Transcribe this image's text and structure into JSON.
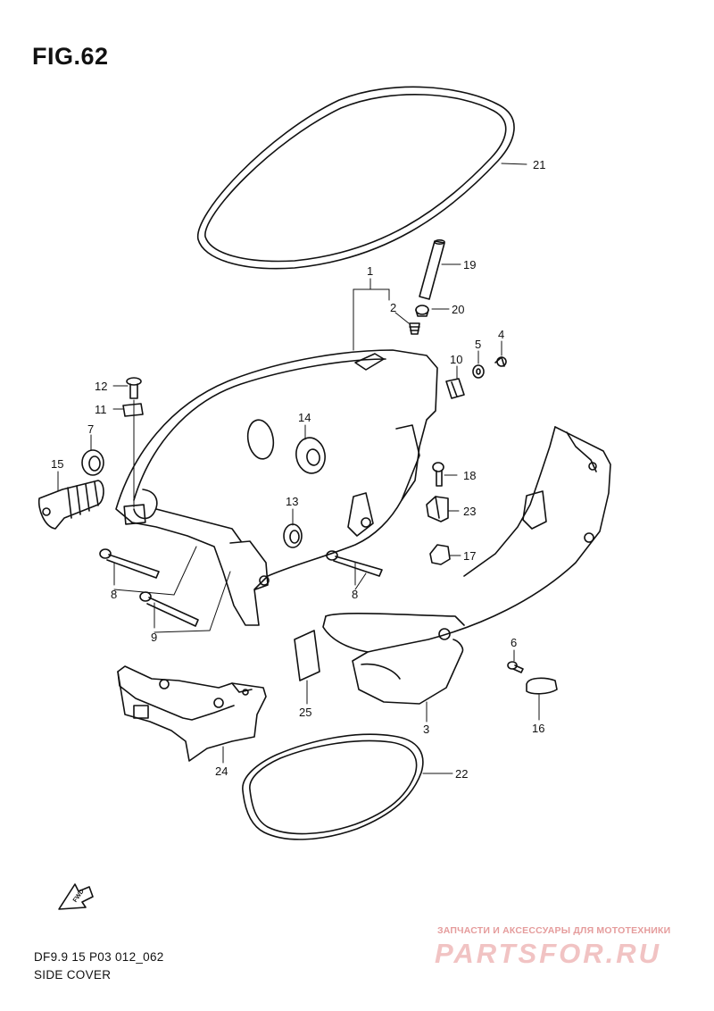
{
  "figure": {
    "title": "FIG.62",
    "model_code": "DF9.9 15 P03 012_062",
    "caption": "SIDE COVER"
  },
  "callouts": [
    {
      "id": "c1",
      "label": "1"
    },
    {
      "id": "c2",
      "label": "2"
    },
    {
      "id": "c3",
      "label": "3"
    },
    {
      "id": "c4",
      "label": "4"
    },
    {
      "id": "c5",
      "label": "5"
    },
    {
      "id": "c6",
      "label": "6"
    },
    {
      "id": "c7",
      "label": "7"
    },
    {
      "id": "c8a",
      "label": "8"
    },
    {
      "id": "c8b",
      "label": "8"
    },
    {
      "id": "c9",
      "label": "9"
    },
    {
      "id": "c10",
      "label": "10"
    },
    {
      "id": "c11",
      "label": "11"
    },
    {
      "id": "c12",
      "label": "12"
    },
    {
      "id": "c13",
      "label": "13"
    },
    {
      "id": "c14",
      "label": "14"
    },
    {
      "id": "c15",
      "label": "15"
    },
    {
      "id": "c16",
      "label": "16"
    },
    {
      "id": "c17",
      "label": "17"
    },
    {
      "id": "c18",
      "label": "18"
    },
    {
      "id": "c19",
      "label": "19"
    },
    {
      "id": "c20",
      "label": "20"
    },
    {
      "id": "c21",
      "label": "21"
    },
    {
      "id": "c22",
      "label": "22"
    },
    {
      "id": "c23",
      "label": "23"
    },
    {
      "id": "c24",
      "label": "24"
    },
    {
      "id": "c25",
      "label": "25"
    }
  ],
  "direction_arrow": {
    "label": "FWD"
  },
  "watermark": {
    "tagline": "ЗАПЧАСТИ И АКСЕССУАРЫ ДЛЯ МОТОТЕХНИКИ",
    "logo": "PARTSFOR.RU",
    "color": "#e59c9c"
  }
}
